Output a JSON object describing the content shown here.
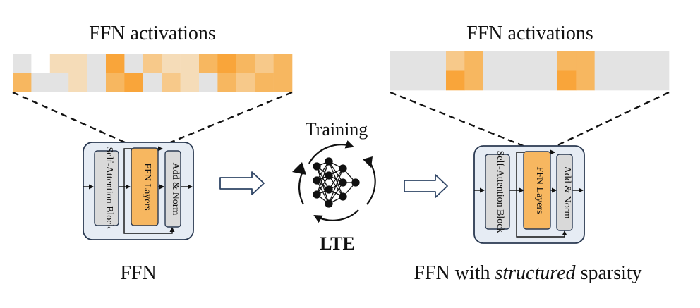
{
  "left_panel": {
    "heatmap_title": "FFN activations",
    "caption": "FFN",
    "heatmap": {
      "rows": 2,
      "cols": 15,
      "cells": [
        [
          "#e3e3e3",
          "#ffffff",
          "#f5dcb8",
          "#f5dcb8",
          "#e3e3e3",
          "#f9a53a",
          "#e3e3e3",
          "#f7c98a",
          "#f5dcb8",
          "#f5dcb8",
          "#f7b760",
          "#f9a53a",
          "#f7b760",
          "#f7c98a",
          "#f7b760"
        ],
        [
          "#f7b760",
          "#e3e3e3",
          "#e3e3e3",
          "#f5dcb8",
          "#e3e3e3",
          "#f7b760",
          "#f9a53a",
          "#e3e3e3",
          "#f7c98a",
          "#f5dcb8",
          "#e3e3e3",
          "#f7b760",
          "#f7c98a",
          "#f7b760",
          "#f7b760"
        ]
      ]
    },
    "block": {
      "self_attention": "Self-Attention Block",
      "ffn": "FFN Layers",
      "add_norm": "Add & Norm"
    }
  },
  "middle": {
    "training_label": "Training",
    "lte_label": "LTE",
    "icon": "neural-network-cycle-icon"
  },
  "right_panel": {
    "heatmap_title": "FFN activations",
    "caption_pre": "FFN with ",
    "caption_em": "structured",
    "caption_post": " sparsity",
    "heatmap": {
      "rows": 2,
      "cols": 15,
      "cells": [
        [
          "#e3e3e3",
          "#e3e3e3",
          "#e3e3e3",
          "#f7c98a",
          "#f7b760",
          "#e3e3e3",
          "#e3e3e3",
          "#e3e3e3",
          "#e3e3e3",
          "#f7b760",
          "#f7b760",
          "#e3e3e3",
          "#e3e3e3",
          "#e3e3e3",
          "#e3e3e3"
        ],
        [
          "#e3e3e3",
          "#e3e3e3",
          "#e3e3e3",
          "#f9a53a",
          "#f7b760",
          "#e3e3e3",
          "#e3e3e3",
          "#e3e3e3",
          "#e3e3e3",
          "#f9a53a",
          "#f7b760",
          "#e3e3e3",
          "#e3e3e3",
          "#e3e3e3",
          "#e3e3e3"
        ]
      ]
    },
    "block": {
      "self_attention": "Self-Attention Block",
      "ffn": "FFN Layers",
      "add_norm": "Add & Norm"
    }
  },
  "colors": {
    "block_fill": "#e6ecf4",
    "block_stroke": "#2b3a52",
    "module_grey": "#d9d9d9",
    "ffn_orange": "#f7b760",
    "arrow_stroke": "#2f4566"
  }
}
